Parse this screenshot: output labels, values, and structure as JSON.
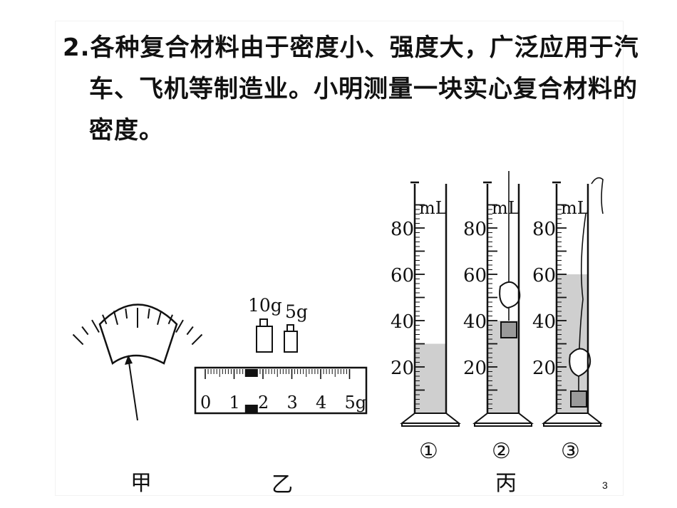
{
  "question": {
    "number": "2.",
    "line1": "各种复合材料由于密度小、强度大，广泛应用于汽",
    "line2": "车、飞机等制造业。小明测量一块实心复合材料的",
    "line3": "密度。"
  },
  "figure_jia": {
    "caption": "甲"
  },
  "figure_yi": {
    "caption": "乙",
    "weight_large": "10g",
    "weight_small": "5g",
    "scale_labels": [
      "0",
      "1",
      "2",
      "3",
      "4",
      "5g"
    ],
    "rider_position_g": 1.6
  },
  "figure_bing": {
    "caption": "丙",
    "unit": "mL",
    "scale_labels": [
      "80",
      "60",
      "40",
      "20"
    ],
    "scale_max_ml": 90,
    "cylinders": [
      {
        "label": "①",
        "water_level_ml": 30
      },
      {
        "label": "②",
        "water_level_ml": 40
      },
      {
        "label": "③",
        "water_level_ml": 60
      }
    ]
  },
  "page_number": "3",
  "colors": {
    "water": "#cfcfcf",
    "ink": "#111111"
  }
}
